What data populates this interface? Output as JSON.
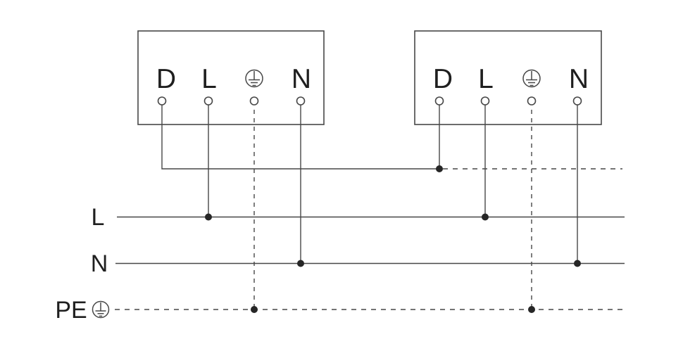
{
  "diagram": {
    "type": "electrical-wiring-schematic",
    "colors": {
      "background": "#ffffff",
      "line": "#474747",
      "text": "#1f1f1f",
      "junction": "#262626"
    },
    "devices": [
      {
        "name": "device-1",
        "terminals": {
          "d": "D",
          "l": "L",
          "n": "N"
        },
        "earth_icon": "protective-earth-icon"
      },
      {
        "name": "device-2",
        "terminals": {
          "d": "D",
          "l": "L",
          "n": "N"
        },
        "earth_icon": "protective-earth-icon"
      }
    ],
    "buses": {
      "live": "L",
      "neutral": "N",
      "earth": "PE",
      "earth_icon": "protective-earth-icon"
    }
  }
}
